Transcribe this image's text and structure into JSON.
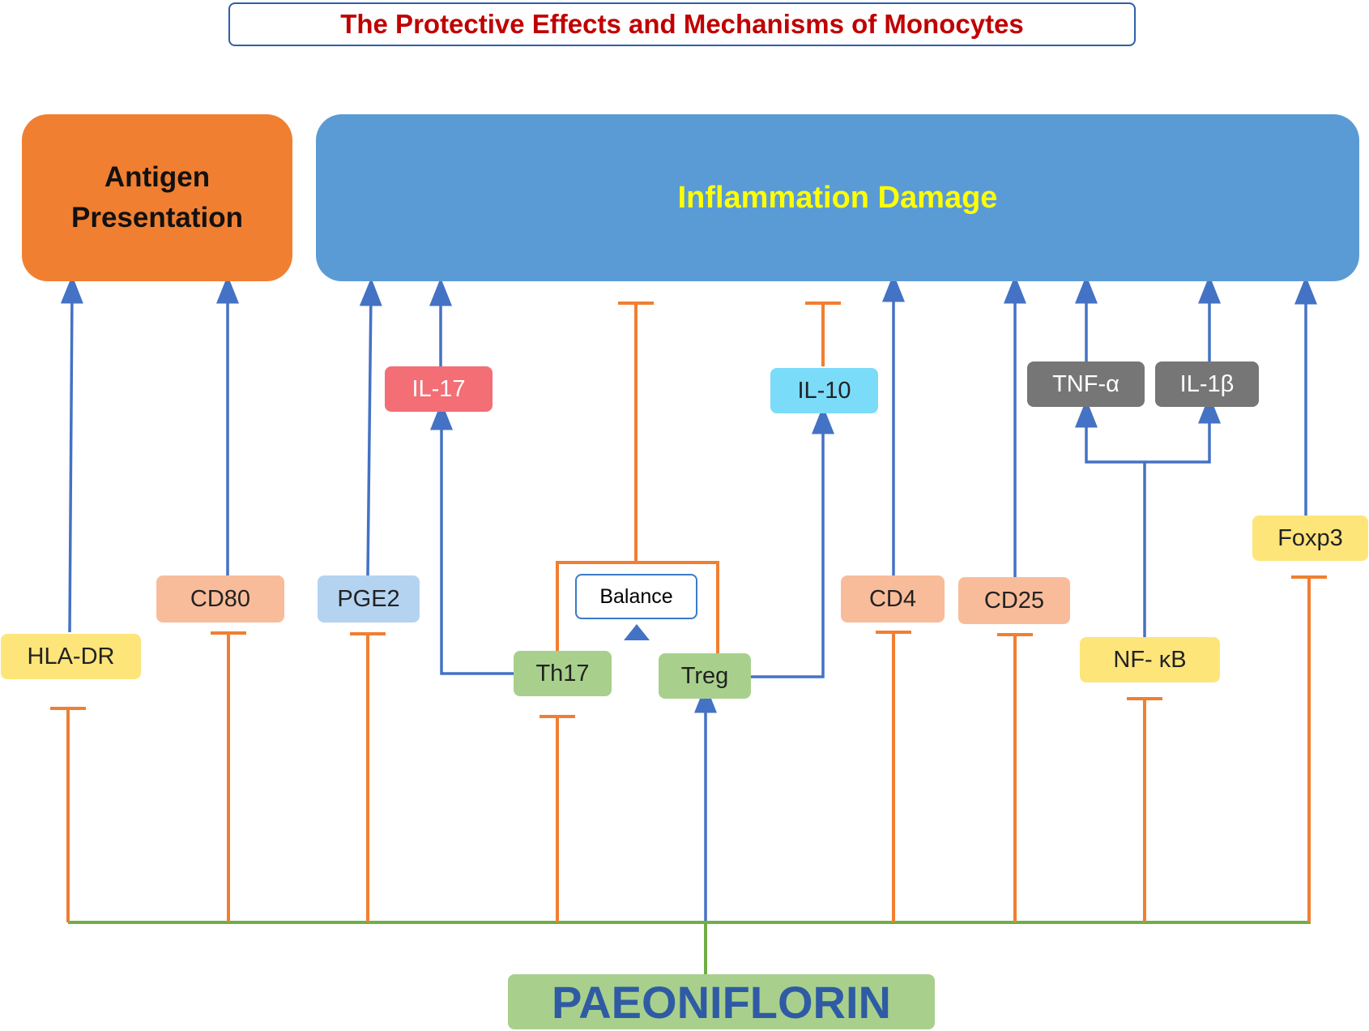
{
  "title": "The Protective Effects and Mechanisms of Monocytes",
  "antigen_presentation": {
    "line1": "Antigen",
    "line2": "Presentation"
  },
  "inflammation_damage": "Inflammation Damage",
  "nodes": {
    "hla_dr": "HLA-DR",
    "cd80": "CD80",
    "pge2": "PGE2",
    "il17": "IL-17",
    "th17": "Th17",
    "balance": "Balance",
    "treg": "Treg",
    "il10": "IL-10",
    "cd4": "CD4",
    "cd25": "CD25",
    "tnf_alpha": "TNF-α",
    "il1_beta": "IL-1β",
    "nf_kb": "NF- κB",
    "foxp3": "Foxp3"
  },
  "paeoniflorin": "PAEONIFLORIN",
  "colors": {
    "inhibit": "#f07f31",
    "promote": "#4472c4",
    "base": "#70ad47",
    "title_text": "#c00000",
    "inflammation_text": "#ffff00"
  }
}
